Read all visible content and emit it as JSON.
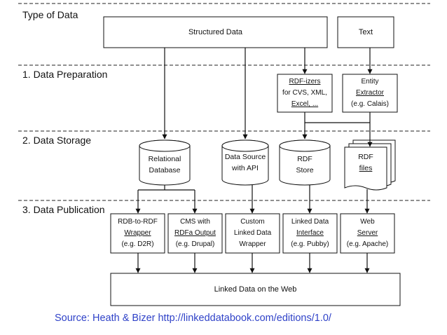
{
  "layers": {
    "type_of_data": "Type of Data",
    "preparation": "1. Data Preparation",
    "storage": "2. Data Storage",
    "publication": "3. Data Publication"
  },
  "sources": {
    "structured": "Structured Data",
    "text": "Text"
  },
  "preparation": {
    "rdfizers": {
      "line1": "RDF-izers",
      "line2": "for CVS, XML,",
      "line3": "Excel, ..."
    },
    "extractor": {
      "line1": "Entity",
      "line2": "Extractor",
      "line3": "(e.g. Calais)"
    }
  },
  "storage": {
    "relational": {
      "line1": "Relational",
      "line2": "Database"
    },
    "api": {
      "line1": "Data Source",
      "line2": "with API"
    },
    "rdfstore": {
      "line1": "RDF",
      "line2": "Store"
    },
    "rdffiles": {
      "line1": "RDF",
      "line2": "files"
    }
  },
  "publication": {
    "rdb2rdf": {
      "line1": "RDB-to-RDF",
      "line2": "Wrapper",
      "line3": "(e.g. D2R)"
    },
    "cms": {
      "line1": "CMS with",
      "line2": "RDFa Output",
      "line3": "(e.g. Drupal)"
    },
    "custom": {
      "line1": "Custom",
      "line2": "Linked Data",
      "line3": "Wrapper"
    },
    "ldinterface": {
      "line1": "Linked Data",
      "line2": "Interface",
      "line3": "(e.g. Pubby)"
    },
    "webserver": {
      "line1": "Web",
      "line2": "Server",
      "line3": "(e.g. Apache)"
    }
  },
  "target": "Linked Data on the Web",
  "source_credit": "Source: Heath & Bizer http://linkeddatabook.com/editions/1.0/"
}
